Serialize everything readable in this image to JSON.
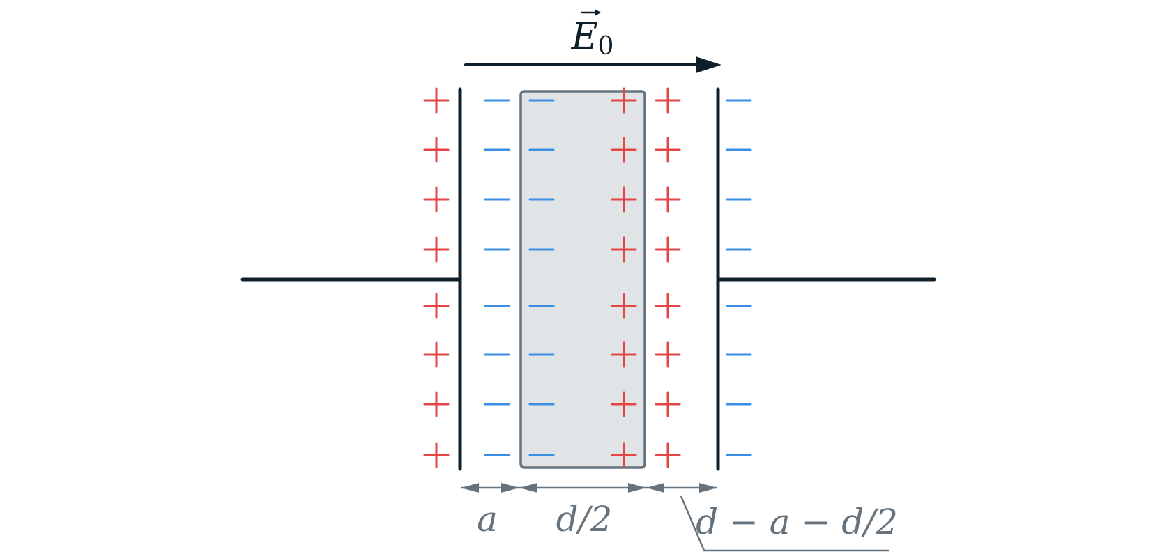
{
  "field": {
    "symbol": "E",
    "subscript": "0",
    "vector_arrow": "⃗"
  },
  "labels": {
    "gap_left": "a",
    "slab_width": "d/2",
    "gap_right": "d − a − d/2"
  },
  "charges": {
    "plus": "+",
    "minus": "−",
    "rows_per_column": 8
  },
  "colors": {
    "plate": "#0f1f2a",
    "positive": "#e64545",
    "negative": "#3a8ee6",
    "slab_fill": "#e1e4e7",
    "slab_stroke": "#66737d",
    "dimension": "#66737d"
  }
}
